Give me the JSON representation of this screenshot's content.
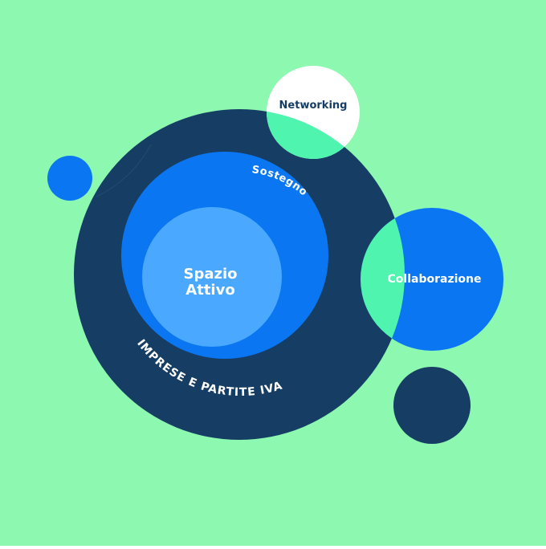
{
  "diagram": {
    "labels": {
      "networking": "Networking",
      "sostegno": "Sostegno",
      "spazio_line1": "Spazio",
      "spazio_line2": "Attivo",
      "collaborazione": "Collaborazione",
      "imprese": "IMPRESE E PARTITE IVA"
    },
    "colors": {
      "background": "#8CF8B0",
      "outer_circle": "#163E64",
      "mid_circle": "#0A76F2",
      "inner_circle": "#4AA9FF",
      "networking_circle": "#FFFFFF",
      "collaborazione_circle": "#0A76F2",
      "overlap": "#4FF5AF",
      "small_blue_dot": "#0A76F2",
      "small_navy_dot": "#163E64",
      "networking_text": "#163E64",
      "light_text": "#FFFFFF"
    }
  }
}
